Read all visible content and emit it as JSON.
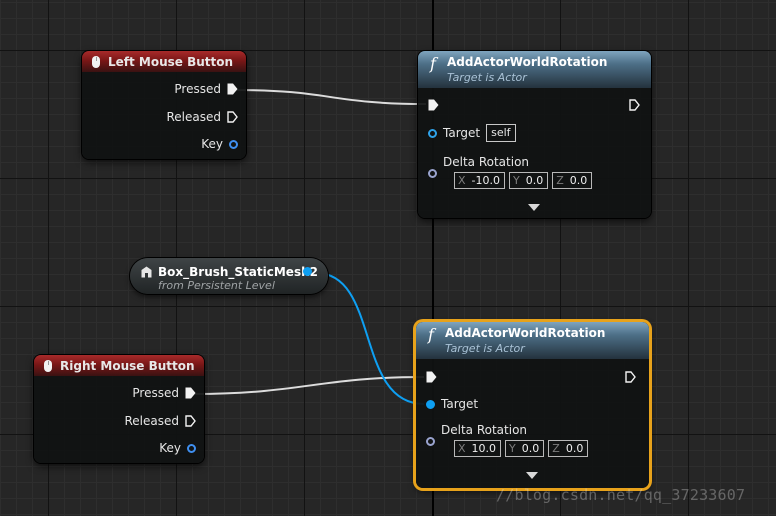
{
  "colors": {
    "event_header": "#8a1d1d",
    "function_header": "#5f84a0",
    "selection": "#e7a21b",
    "object_pin": "#0e9ff2",
    "wire_exec": "#dcdcdc"
  },
  "event_left": {
    "icon": "mouse-icon",
    "title": "Left Mouse Button",
    "pins": {
      "pressed": "Pressed",
      "released": "Released",
      "key": "Key"
    }
  },
  "event_right": {
    "icon": "mouse-icon",
    "title": "Right Mouse Button",
    "pins": {
      "pressed": "Pressed",
      "released": "Released",
      "key": "Key"
    }
  },
  "function_top": {
    "icon": "function-icon",
    "glyph": "f",
    "title": "AddActorWorldRotation",
    "subtitle": "Target is Actor",
    "target_label": "Target",
    "target_value": "self",
    "delta_label": "Delta Rotation",
    "delta": {
      "x_label": "X",
      "x": "-10.0",
      "y_label": "Y",
      "y": "0.0",
      "z_label": "Z",
      "z": "0.0"
    }
  },
  "function_bottom": {
    "icon": "function-icon",
    "glyph": "f",
    "title": "AddActorWorldRotation",
    "subtitle": "Target is Actor",
    "target_label": "Target",
    "delta_label": "Delta Rotation",
    "delta": {
      "x_label": "X",
      "x": "10.0",
      "y_label": "Y",
      "y": "0.0",
      "z_label": "Z",
      "z": "0.0"
    }
  },
  "variable": {
    "icon": "actor-icon",
    "title": "Box_Brush_StaticMesh2",
    "subtitle": "from Persistent Level"
  },
  "watermark": "//blog.csdn.net/qq_37233607"
}
